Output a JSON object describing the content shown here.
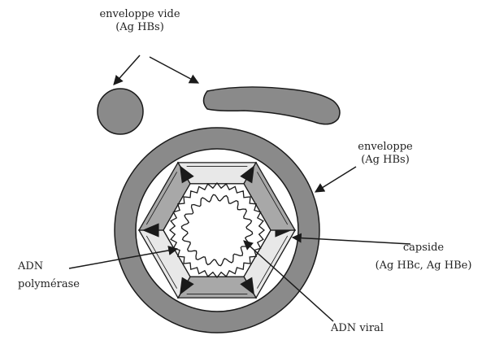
{
  "labels": {
    "empty_envelope_line1": "enveloppe vide",
    "empty_envelope_line2": "(Ag HBs)",
    "envelope_line1": "enveloppe",
    "envelope_line2": "(Ag HBs)",
    "capsid_line1": "capside",
    "capsid_line2": "(Ag HBc, Ag HBe)",
    "polymerase_line1": "ADN",
    "polymerase_line2": "polymérase",
    "viral_dna": "ADN viral"
  },
  "colors": {
    "envelope_fill": "#8a8a8a",
    "capsid_facet_light": "#e8e8e8",
    "capsid_facet_dark": "#a8a8a8",
    "outline": "#1a1a1a",
    "background": "#ffffff"
  }
}
